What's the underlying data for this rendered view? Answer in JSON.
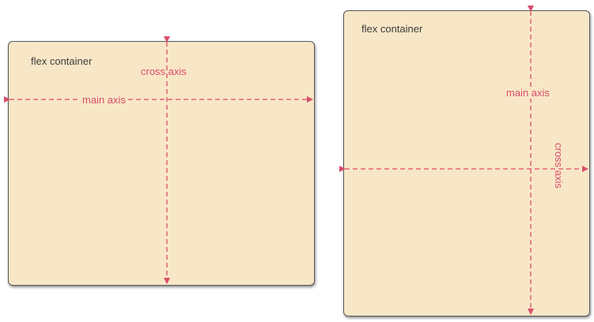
{
  "diagrams": [
    {
      "title": "flex container",
      "main_axis_label": "main axis",
      "cross_axis_label": "cross axis",
      "main_axis_direction": "horizontal",
      "cross_axis_direction": "vertical"
    },
    {
      "title": "flex container",
      "main_axis_label": "main axis",
      "cross_axis_label": "cross axis",
      "main_axis_direction": "vertical",
      "cross_axis_direction": "horizontal"
    }
  ],
  "colors": {
    "container_fill": "#f8e7c7",
    "container_border": "#58585a",
    "axis": "#d94d6a",
    "title_text": "#3c3c3c"
  }
}
